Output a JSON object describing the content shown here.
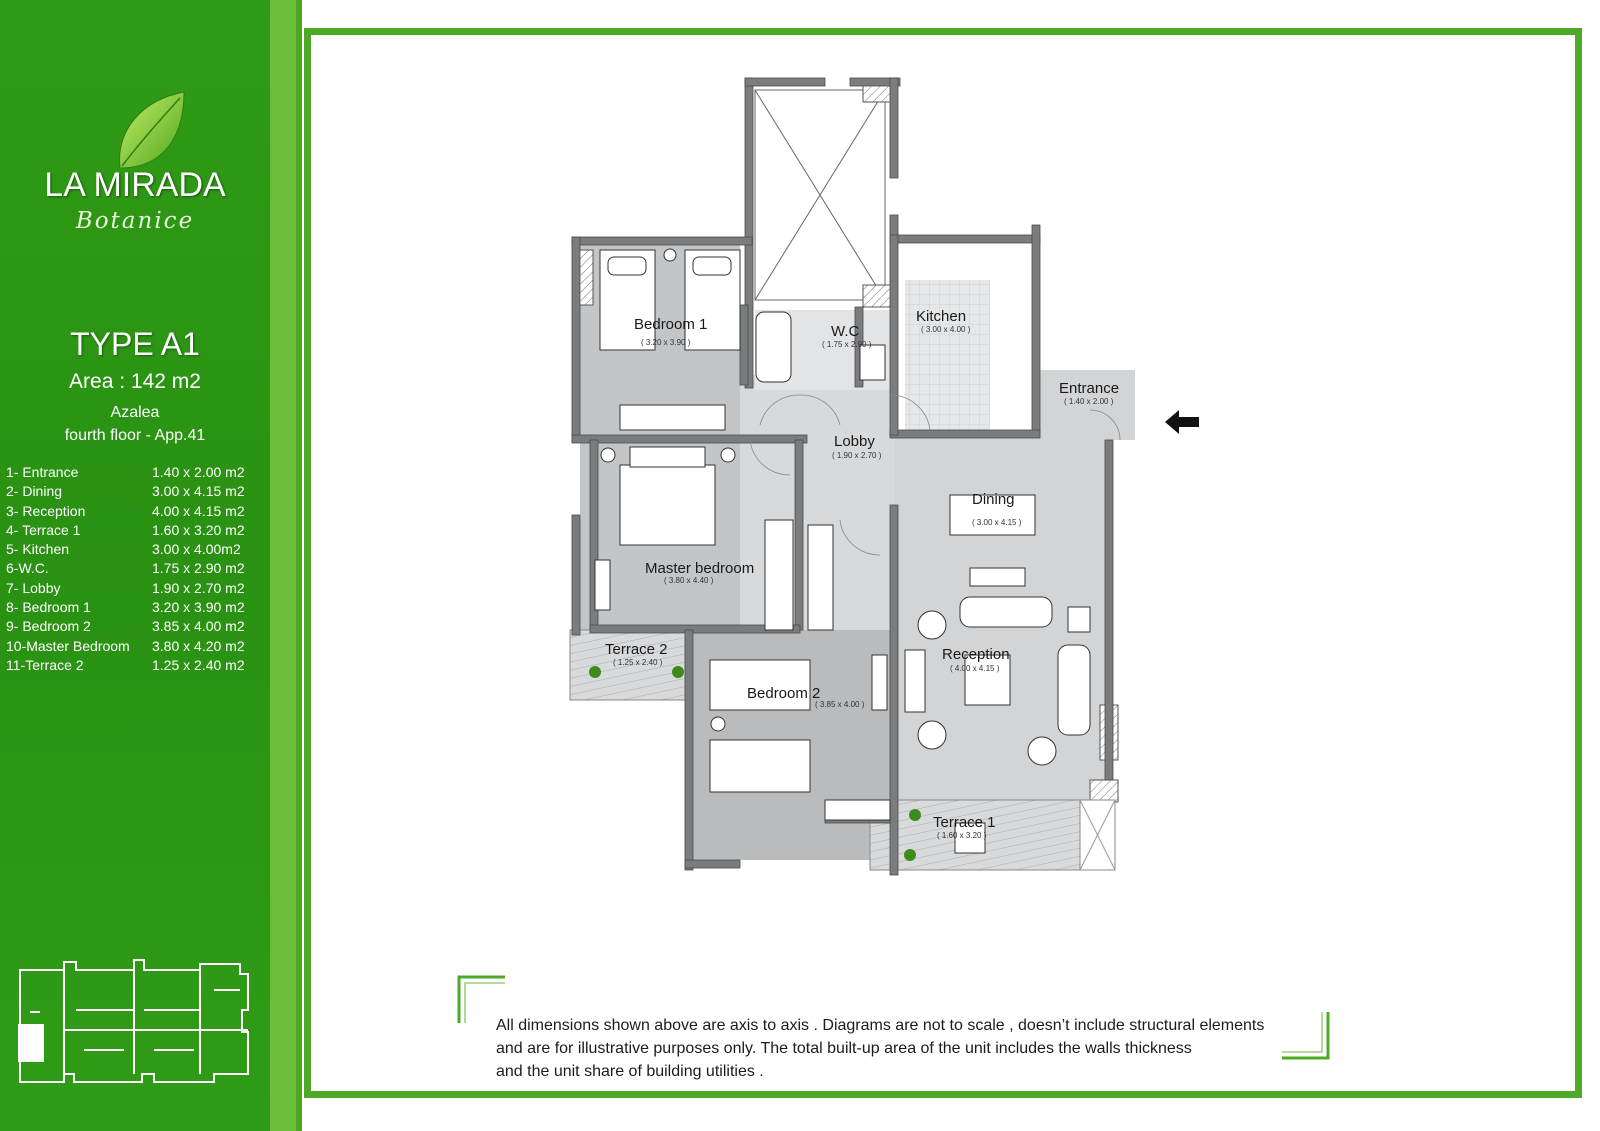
{
  "brand": {
    "name": "LA MIRADA",
    "subtitle": "Botanice"
  },
  "unit": {
    "type": "TYPE A1",
    "area": "Area : 142 m2",
    "building": "Azalea",
    "floor": "fourth floor - App.41"
  },
  "room_list": [
    {
      "name": "1- Entrance",
      "dim": "1.40 x 2.00 m2"
    },
    {
      "name": "2- Dining",
      "dim": "3.00 x 4.15 m2"
    },
    {
      "name": "3- Reception",
      "dim": "4.00 x 4.15 m2"
    },
    {
      "name": "4- Terrace 1",
      "dim": "1.60 x 3.20 m2"
    },
    {
      "name": "5- Kitchen",
      "dim": "3.00 x 4.00m2"
    },
    {
      "name": "6-W.C.",
      "dim": "1.75 x 2.90  m2"
    },
    {
      "name": "7- Lobby",
      "dim": "1.90 x 2.70 m2"
    },
    {
      "name": "8- Bedroom 1",
      "dim": "3.20 x 3.90 m2"
    },
    {
      "name": "9- Bedroom 2",
      "dim": "3.85 x 4.00 m2"
    },
    {
      "name": "10-Master Bedroom",
      "dim": "3.80 x 4.20 m2"
    },
    {
      "name": "11-Terrace 2",
      "dim": "1.25 x 2.40 m2"
    }
  ],
  "plan_labels": {
    "bedroom1": {
      "name": "Bedroom 1",
      "dim": "( 3.20 x 3.90 )"
    },
    "wc": {
      "name": "W.C",
      "dim": "( 1.75 x 2.90 )"
    },
    "kitchen": {
      "name": "Kitchen",
      "dim": "( 3.00 x 4.00 )"
    },
    "entrance": {
      "name": "Entrance",
      "dim": "( 1.40 x 2.00 )"
    },
    "lobby": {
      "name": "Lobby",
      "dim": "( 1.90 x 2.70 )"
    },
    "dining": {
      "name": "Dining",
      "dim": "( 3.00 x 4.15 )"
    },
    "master": {
      "name": "Master bedroom",
      "dim": "( 3.80 x 4.40 )"
    },
    "terrace2": {
      "name": "Terrace 2",
      "dim": "( 1.25 x 2.40 )"
    },
    "reception": {
      "name": "Reception",
      "dim": "( 4.00 x 4.15 )"
    },
    "bedroom2": {
      "name": "Bedroom 2",
      "dim": "( 3.85 x 4.00 )"
    },
    "terrace1": {
      "name": "Terrace 1",
      "dim": "( 1.60 x 3.20 )"
    }
  },
  "disclaimer": {
    "line1": "All dimensions shown above are axis to axis . Diagrams are not to scale , doesn’t include structural elements",
    "line2": "and are for illustrative purposes only. The total built-up area of the unit includes the walls thickness",
    "line3": "and the unit share of building utilities ."
  },
  "colors": {
    "sidebar_green": "#2f9b16",
    "frame_green": "#4eaa26",
    "wall_gray": "#7a7c7e",
    "floor_gray": "#c9cbcd"
  }
}
